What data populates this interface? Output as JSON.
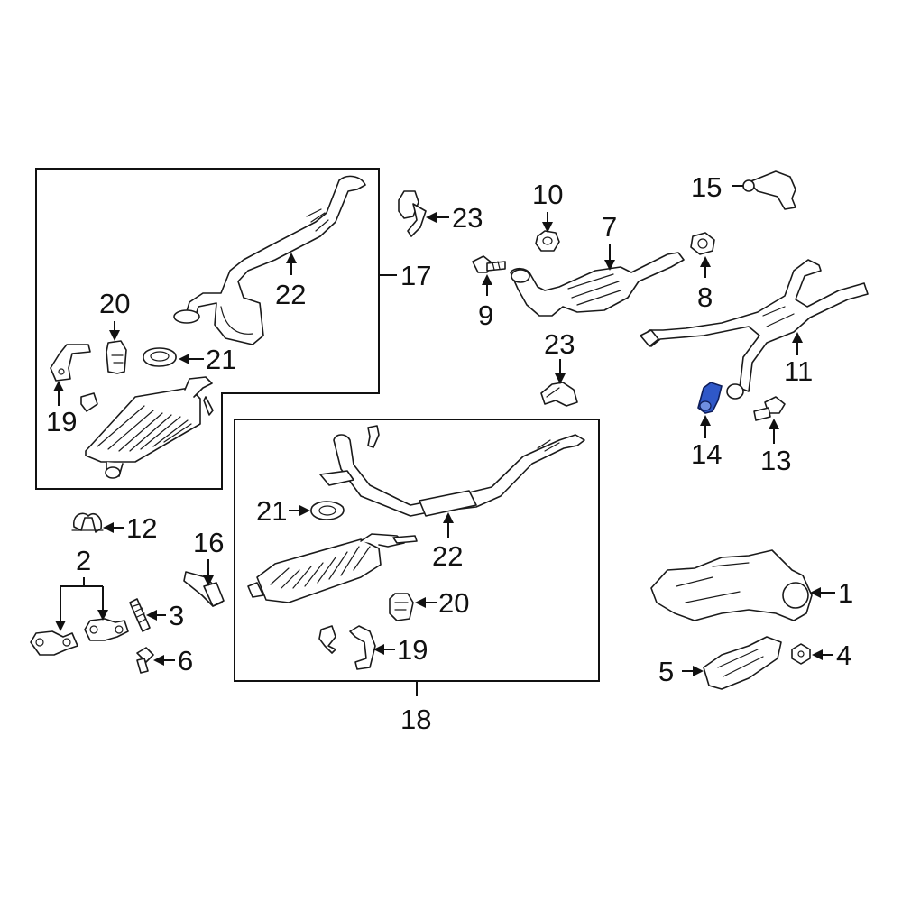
{
  "diagram": {
    "highlight_color": "#2f58c8",
    "callouts": [
      {
        "id": "c1",
        "label": "1"
      },
      {
        "id": "c2",
        "label": "2"
      },
      {
        "id": "c3",
        "label": "3"
      },
      {
        "id": "c4",
        "label": "4"
      },
      {
        "id": "c5",
        "label": "5"
      },
      {
        "id": "c6",
        "label": "6"
      },
      {
        "id": "c7",
        "label": "7"
      },
      {
        "id": "c8",
        "label": "8"
      },
      {
        "id": "c9",
        "label": "9"
      },
      {
        "id": "c10",
        "label": "10"
      },
      {
        "id": "c11",
        "label": "11"
      },
      {
        "id": "c12",
        "label": "12"
      },
      {
        "id": "c13",
        "label": "13"
      },
      {
        "id": "c14",
        "label": "14"
      },
      {
        "id": "c15",
        "label": "15"
      },
      {
        "id": "c16",
        "label": "16"
      },
      {
        "id": "c17",
        "label": "17"
      },
      {
        "id": "c18",
        "label": "18"
      },
      {
        "id": "c19a",
        "label": "19"
      },
      {
        "id": "c19b",
        "label": "19"
      },
      {
        "id": "c20a",
        "label": "20"
      },
      {
        "id": "c20b",
        "label": "20"
      },
      {
        "id": "c21a",
        "label": "21"
      },
      {
        "id": "c21b",
        "label": "21"
      },
      {
        "id": "c22a",
        "label": "22"
      },
      {
        "id": "c22b",
        "label": "22"
      },
      {
        "id": "c23a",
        "label": "23"
      },
      {
        "id": "c23b",
        "label": "23"
      }
    ]
  }
}
